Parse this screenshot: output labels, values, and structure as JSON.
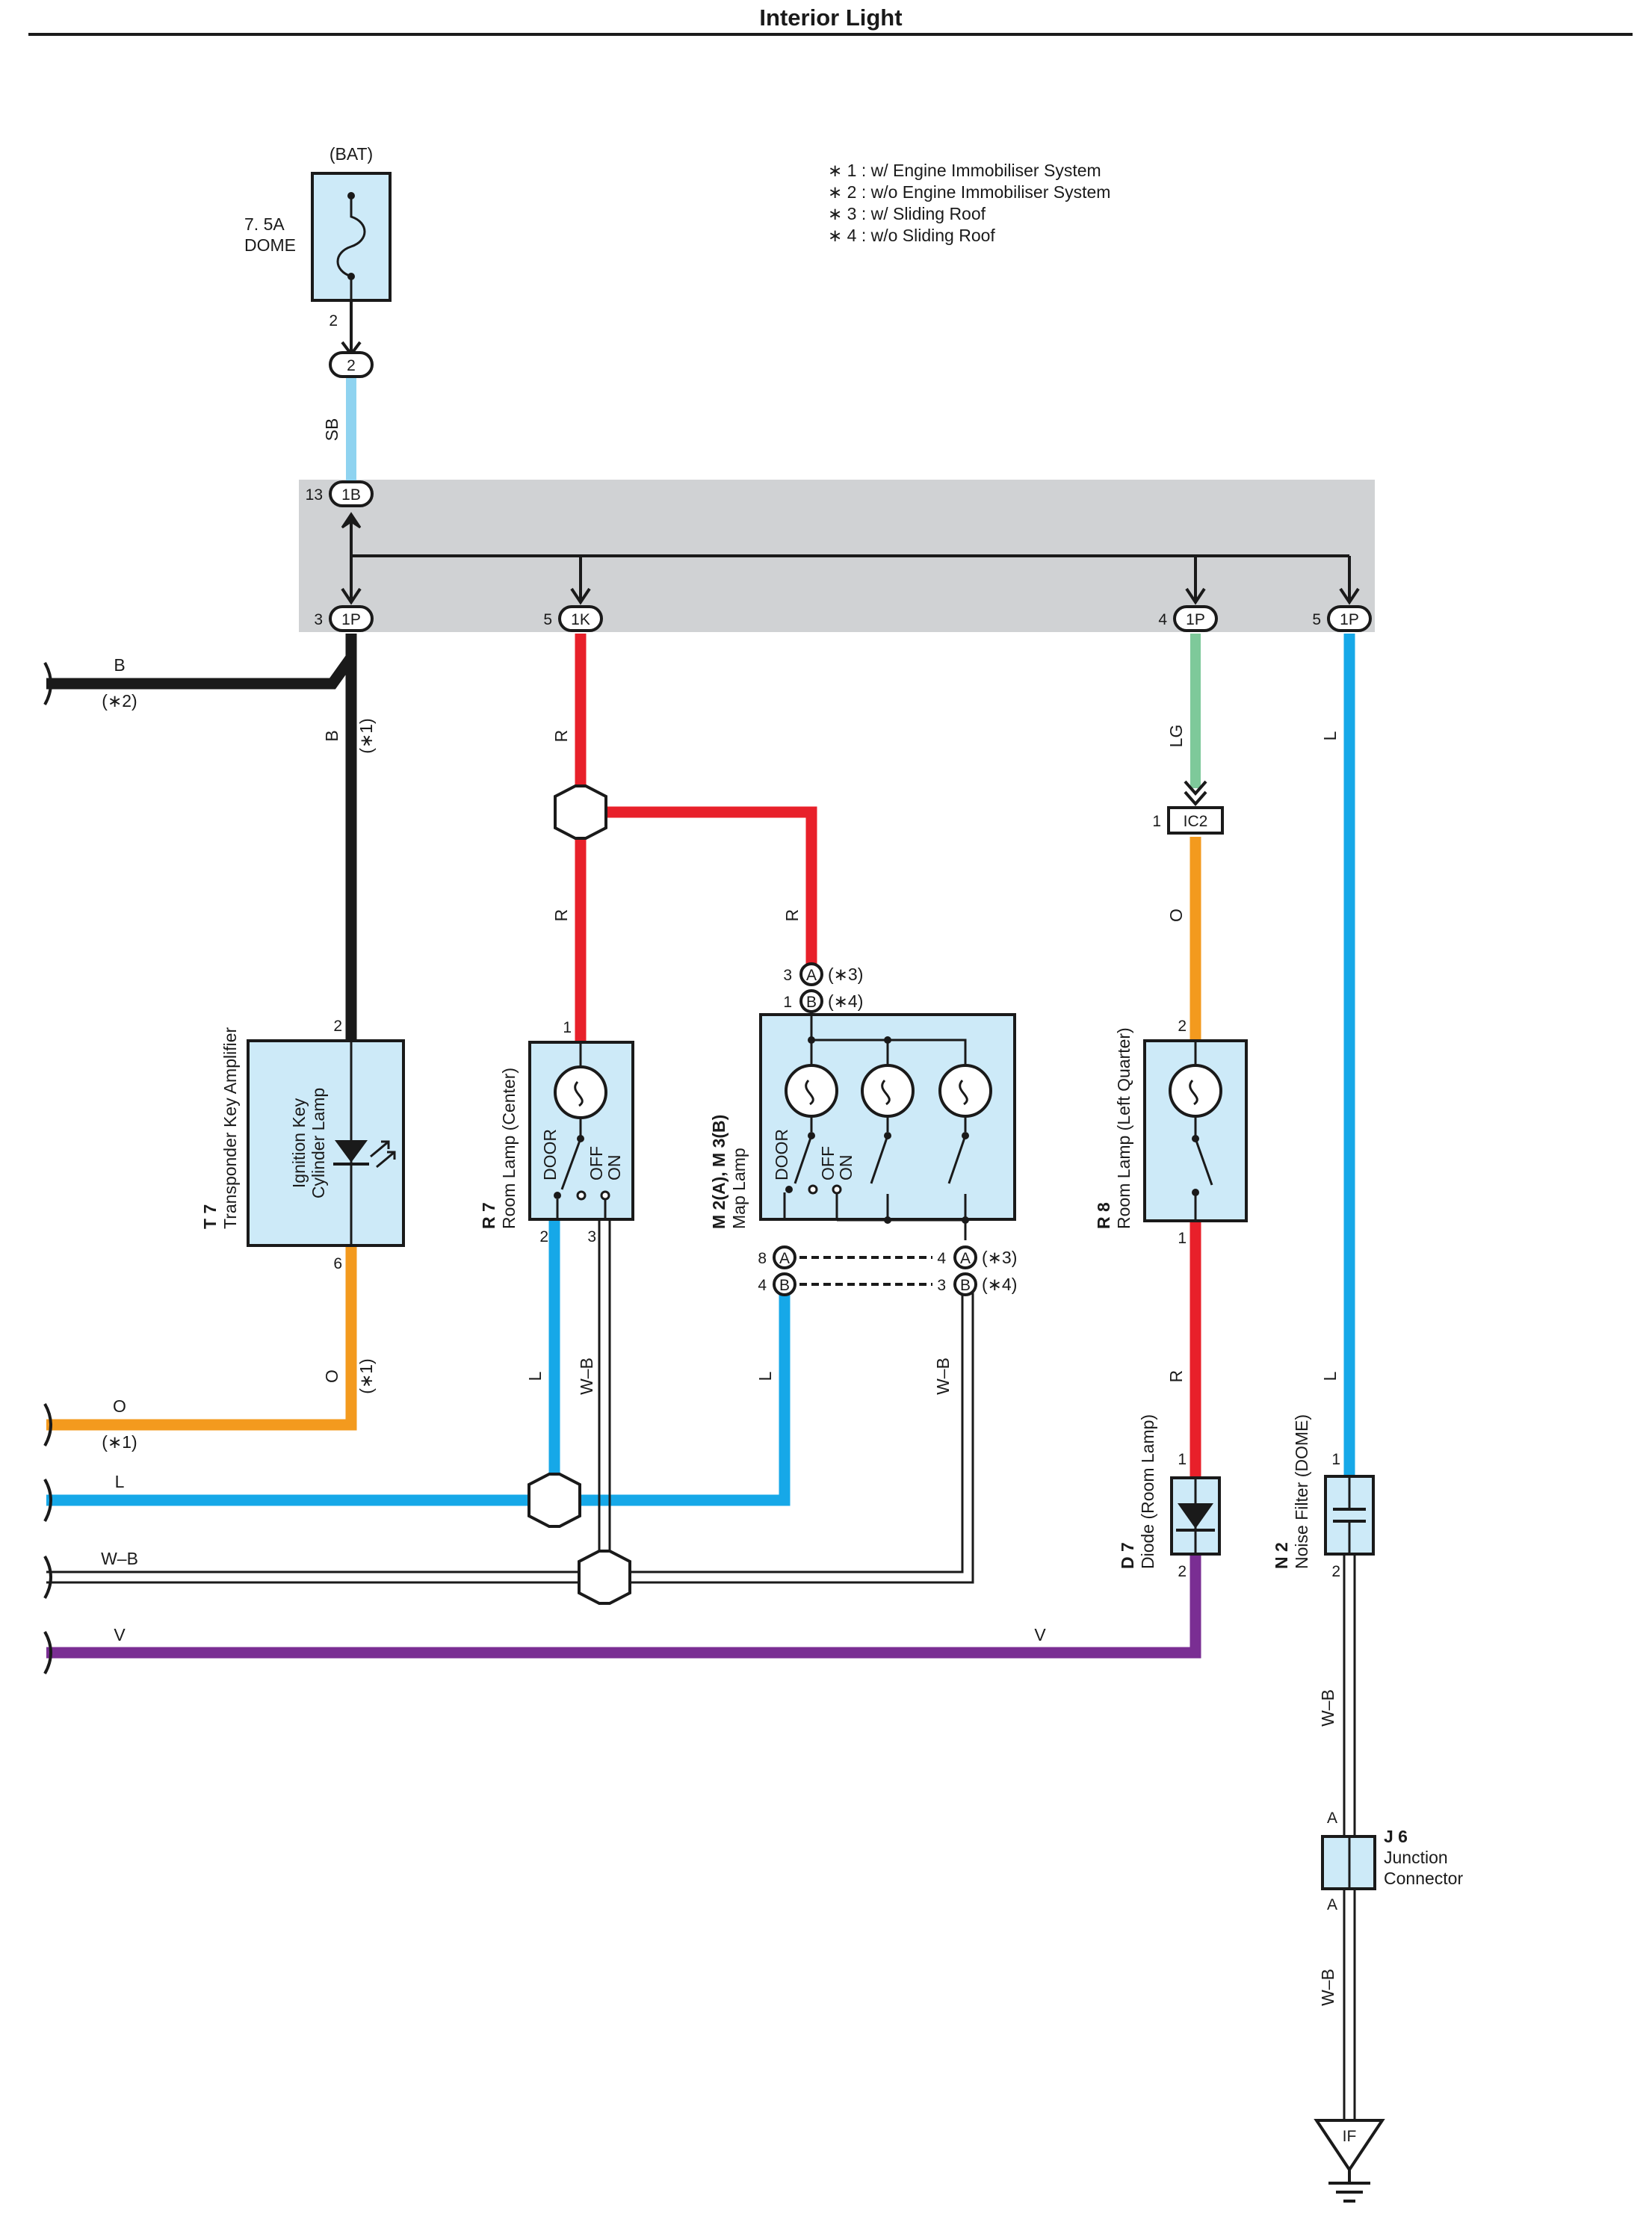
{
  "title": "Interior Light",
  "notes": [
    "∗ 1 : w/ Engine Immobiliser System",
    "∗ 2 : w/o Engine Immobiliser System",
    "∗ 3 : w/ Sliding Roof",
    "∗ 4 : w/o Sliding Roof"
  ],
  "colors": {
    "black": "#1a1a1a",
    "red": "#e8202a",
    "light_blue": "#8fd3f0",
    "blue": "#16a8e8",
    "light_green": "#7ec99a",
    "orange": "#f39a1e",
    "violet": "#7a2e93",
    "component_fill": "#cdeaf8",
    "junction_block": "#d0d2d4"
  },
  "fuse": {
    "source": "(BAT)",
    "rating": "7. 5A",
    "name": "DOME",
    "pin": "2",
    "connector": "2"
  },
  "junction_block": {
    "top": {
      "pin": "13",
      "connector": "1B"
    },
    "outputs": [
      {
        "pin": "3",
        "connector": "1P"
      },
      {
        "pin": "5",
        "connector": "1K"
      },
      {
        "pin": "4",
        "connector": "1P"
      },
      {
        "pin": "5",
        "connector": "1P"
      }
    ]
  },
  "wires": {
    "sb": "SB",
    "b": "B",
    "r": "R",
    "lg": "LG",
    "o": "O",
    "l": "L",
    "wb": "W–B",
    "v": "V",
    "note1": "(∗1)",
    "note2": "(∗2)",
    "note3": "(∗3)",
    "note4": "(∗4)"
  },
  "left_ends": {
    "b": "B",
    "o": "O",
    "l": "L",
    "wb": "W–B",
    "v": "V"
  },
  "ic2": {
    "pin": "1",
    "connector": "IC2"
  },
  "t7": {
    "code": "T 7",
    "name": "Transponder Key Amplifier",
    "inner": [
      "Ignition Key",
      "Cylinder Lamp"
    ],
    "pin_top": "2",
    "pin_bottom": "6"
  },
  "r7": {
    "code": "R 7",
    "name": "Room Lamp (Center)",
    "switch": [
      "DOOR",
      "OFF",
      "ON"
    ],
    "pin_top": "1",
    "pin_l": "2",
    "pin_wb": "3"
  },
  "map_lamp": {
    "code": "M 2(A), M 3(B)",
    "name": "Map Lamp",
    "switch": [
      "DOOR",
      "OFF",
      "ON"
    ],
    "conn_a": "A",
    "conn_b": "B",
    "top_a_pin": "3",
    "top_b_pin": "1",
    "bl_a_pin": "8",
    "bl_b_pin": "4",
    "br_a_pin": "4",
    "br_b_pin": "3"
  },
  "r8": {
    "code": "R 8",
    "name": "Room Lamp (Left Quarter)",
    "pin_top": "2",
    "pin_bottom": "1"
  },
  "d7": {
    "code": "D 7",
    "name": "Diode (Room Lamp)",
    "pin_top": "1",
    "pin_bottom": "2"
  },
  "n2": {
    "code": "N 2",
    "name": "Noise Filter (DOME)",
    "pin_top": "1",
    "pin_bottom": "2"
  },
  "j6": {
    "code": "J 6",
    "name_line1": "Junction",
    "name_line2": "Connector",
    "pin_top": "A",
    "pin_bottom": "A"
  },
  "ground": {
    "label": "IF"
  }
}
